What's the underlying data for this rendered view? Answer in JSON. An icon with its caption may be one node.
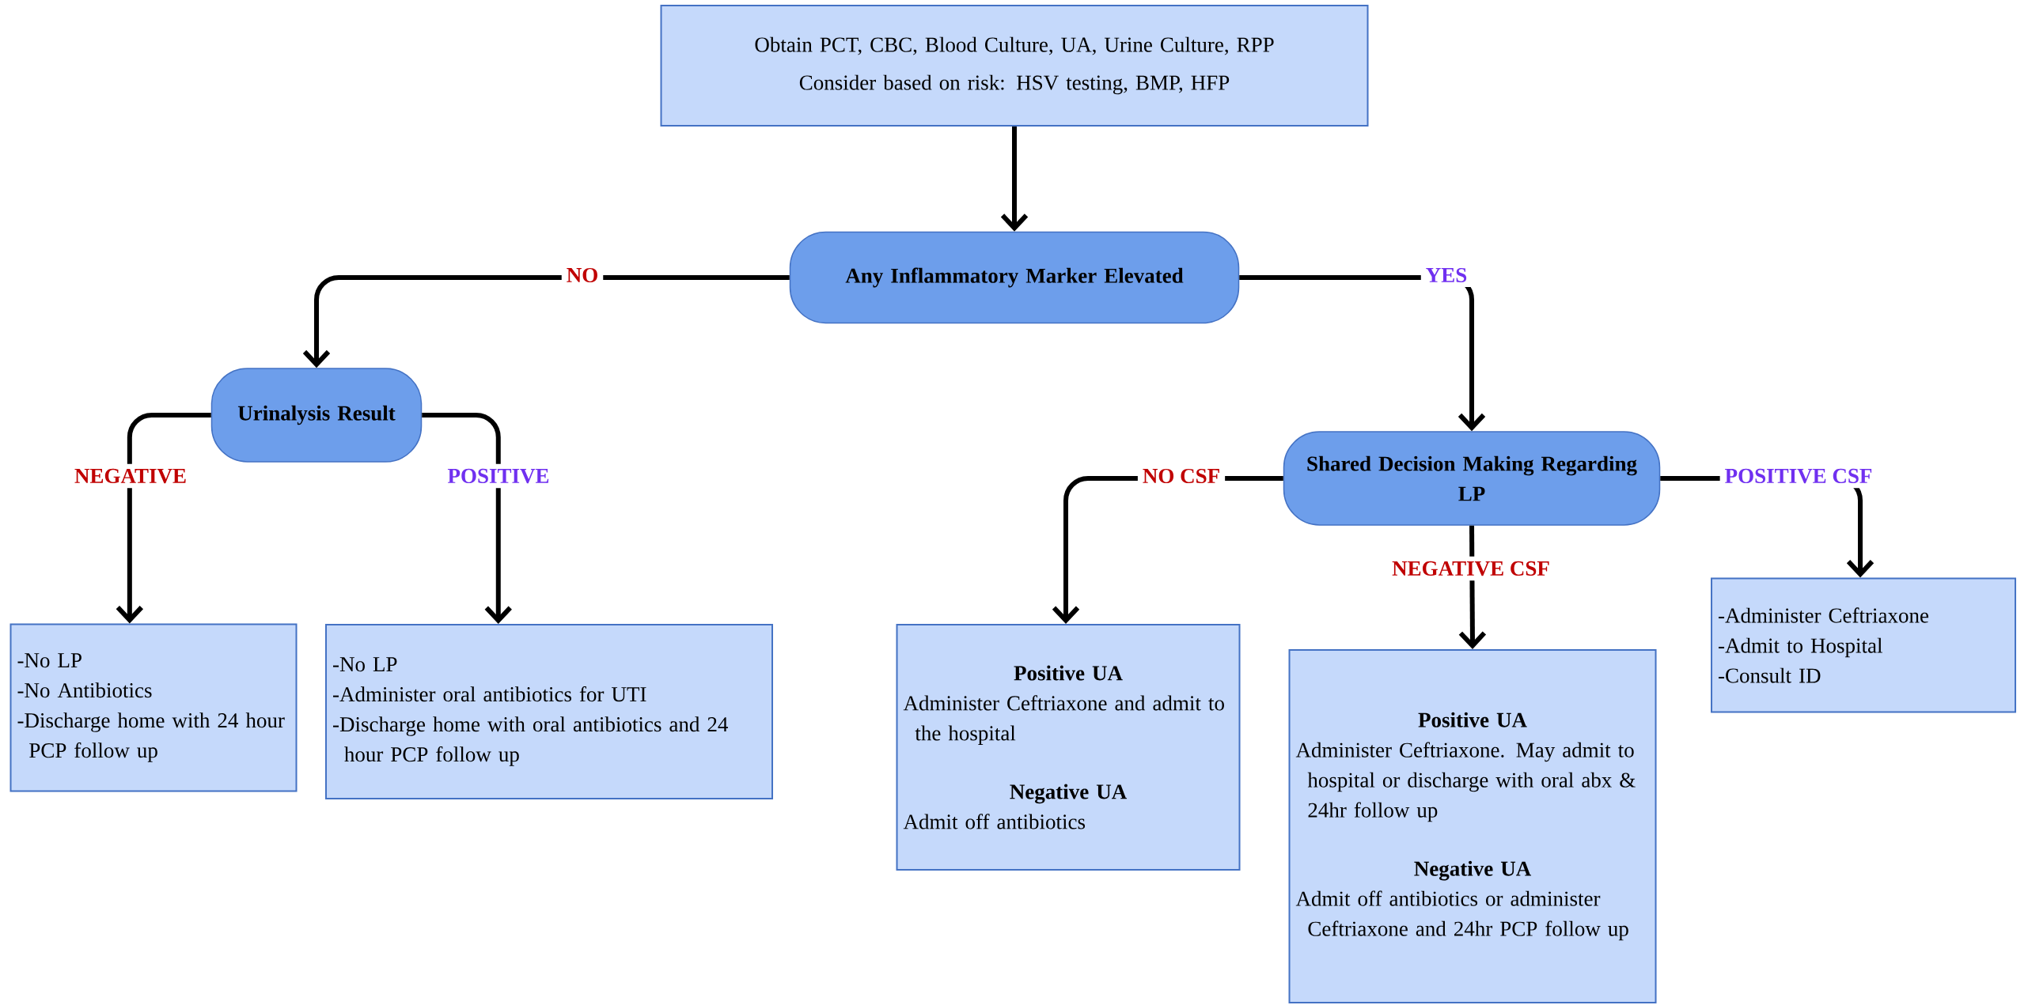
{
  "diagram": {
    "nodes": [
      {
        "text": [
          "Obtain PCT, CBC, Blood Culture, UA, Urine Culture, RPP",
          "Consider based on risk: HSV testing, BMP, HFP"
        ]
      },
      {
        "text": [
          "Any Inflammatory Marker Elevated"
        ]
      },
      {
        "text": [
          "Urinalysis Result"
        ]
      },
      {
        "text": [
          "Shared Decision Making Regarding LP"
        ]
      },
      {
        "text": [
          "-No LP",
          "-No Antibiotics",
          "-Discharge home with 24 hour PCP follow up"
        ]
      },
      {
        "text": [
          "-No LP",
          "-Administer oral antibiotics for UTI",
          "-Discharge home with oral antibiotics and 24 hour PCP follow up"
        ]
      },
      {
        "text": [
          "Positive UA",
          "Administer Ceftriaxone and admit to the hospital",
          "Negative UA",
          "Admit off antibiotics"
        ]
      },
      {
        "text": [
          "Positive UA",
          "Administer Ceftriaxone. May admit to hospital or discharge with oral abx & 24hr follow up",
          "Negative UA",
          "Admit off antibiotics or administer Ceftriaxone and 24hr PCP follow up"
        ]
      },
      {
        "text": [
          "-Administer Ceftriaxone",
          "-Admit to Hospital",
          "-Consult ID"
        ]
      }
    ],
    "edges": [
      {
        "from": 0,
        "to": 1,
        "arrow": "to"
      },
      {
        "from": 1,
        "to": 2,
        "arrow": "to",
        "label": "NO"
      },
      {
        "from": 1,
        "to": 3,
        "arrow": "to",
        "label": "YES"
      },
      {
        "from": 2,
        "to": 4,
        "arrow": "to",
        "label": "NEGATIVE"
      },
      {
        "from": 2,
        "to": 5,
        "arrow": "to",
        "label": "POSITIVE"
      },
      {
        "from": 3,
        "to": 6,
        "arrow": "to",
        "label": "NO CSF"
      },
      {
        "from": 3,
        "to": 7,
        "arrow": "to",
        "label": "NEGATIVE CSF"
      },
      {
        "from": 3,
        "to": 8,
        "arrow": "to",
        "label": "POSITIVE CSF"
      }
    ]
  }
}
